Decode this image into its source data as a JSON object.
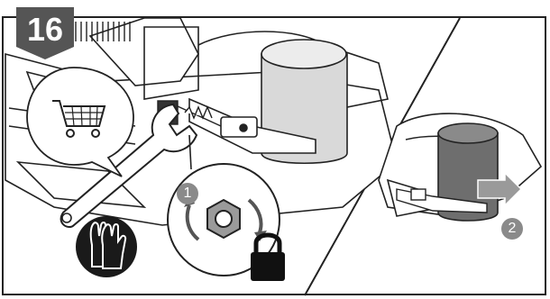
{
  "step": {
    "number": "16"
  },
  "callouts": {
    "first": "1",
    "second": "2"
  },
  "icons": {
    "shopping_cart": "shopping-cart-icon",
    "gloves": "gloves-icon",
    "padlock": "padlock-icon",
    "nut": "hex-nut-icon",
    "wrench": "wrench-icon",
    "arrow": "pull-arrow-icon"
  },
  "colors": {
    "badge": "#555555",
    "frame": "#222222",
    "callout": "#8a8a8a",
    "cylinder_light": "#d6d6d6",
    "cylinder_dark": "#6e6e6e",
    "gloves_bg": "#1a1a1a",
    "arrow": "#9a9a9a"
  }
}
